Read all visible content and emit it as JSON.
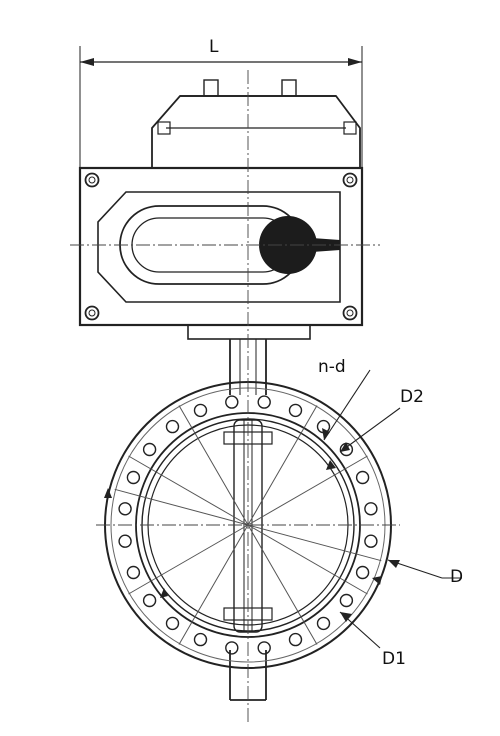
{
  "labels": {
    "length": "L",
    "holes": "n-d",
    "bolt_circle": "D2",
    "outer_diameter": "D",
    "inner_diameter": "D1"
  },
  "colors": {
    "line": "#222222",
    "light_line": "#666666",
    "handle": "#1c1c1c",
    "background": "#ffffff"
  }
}
